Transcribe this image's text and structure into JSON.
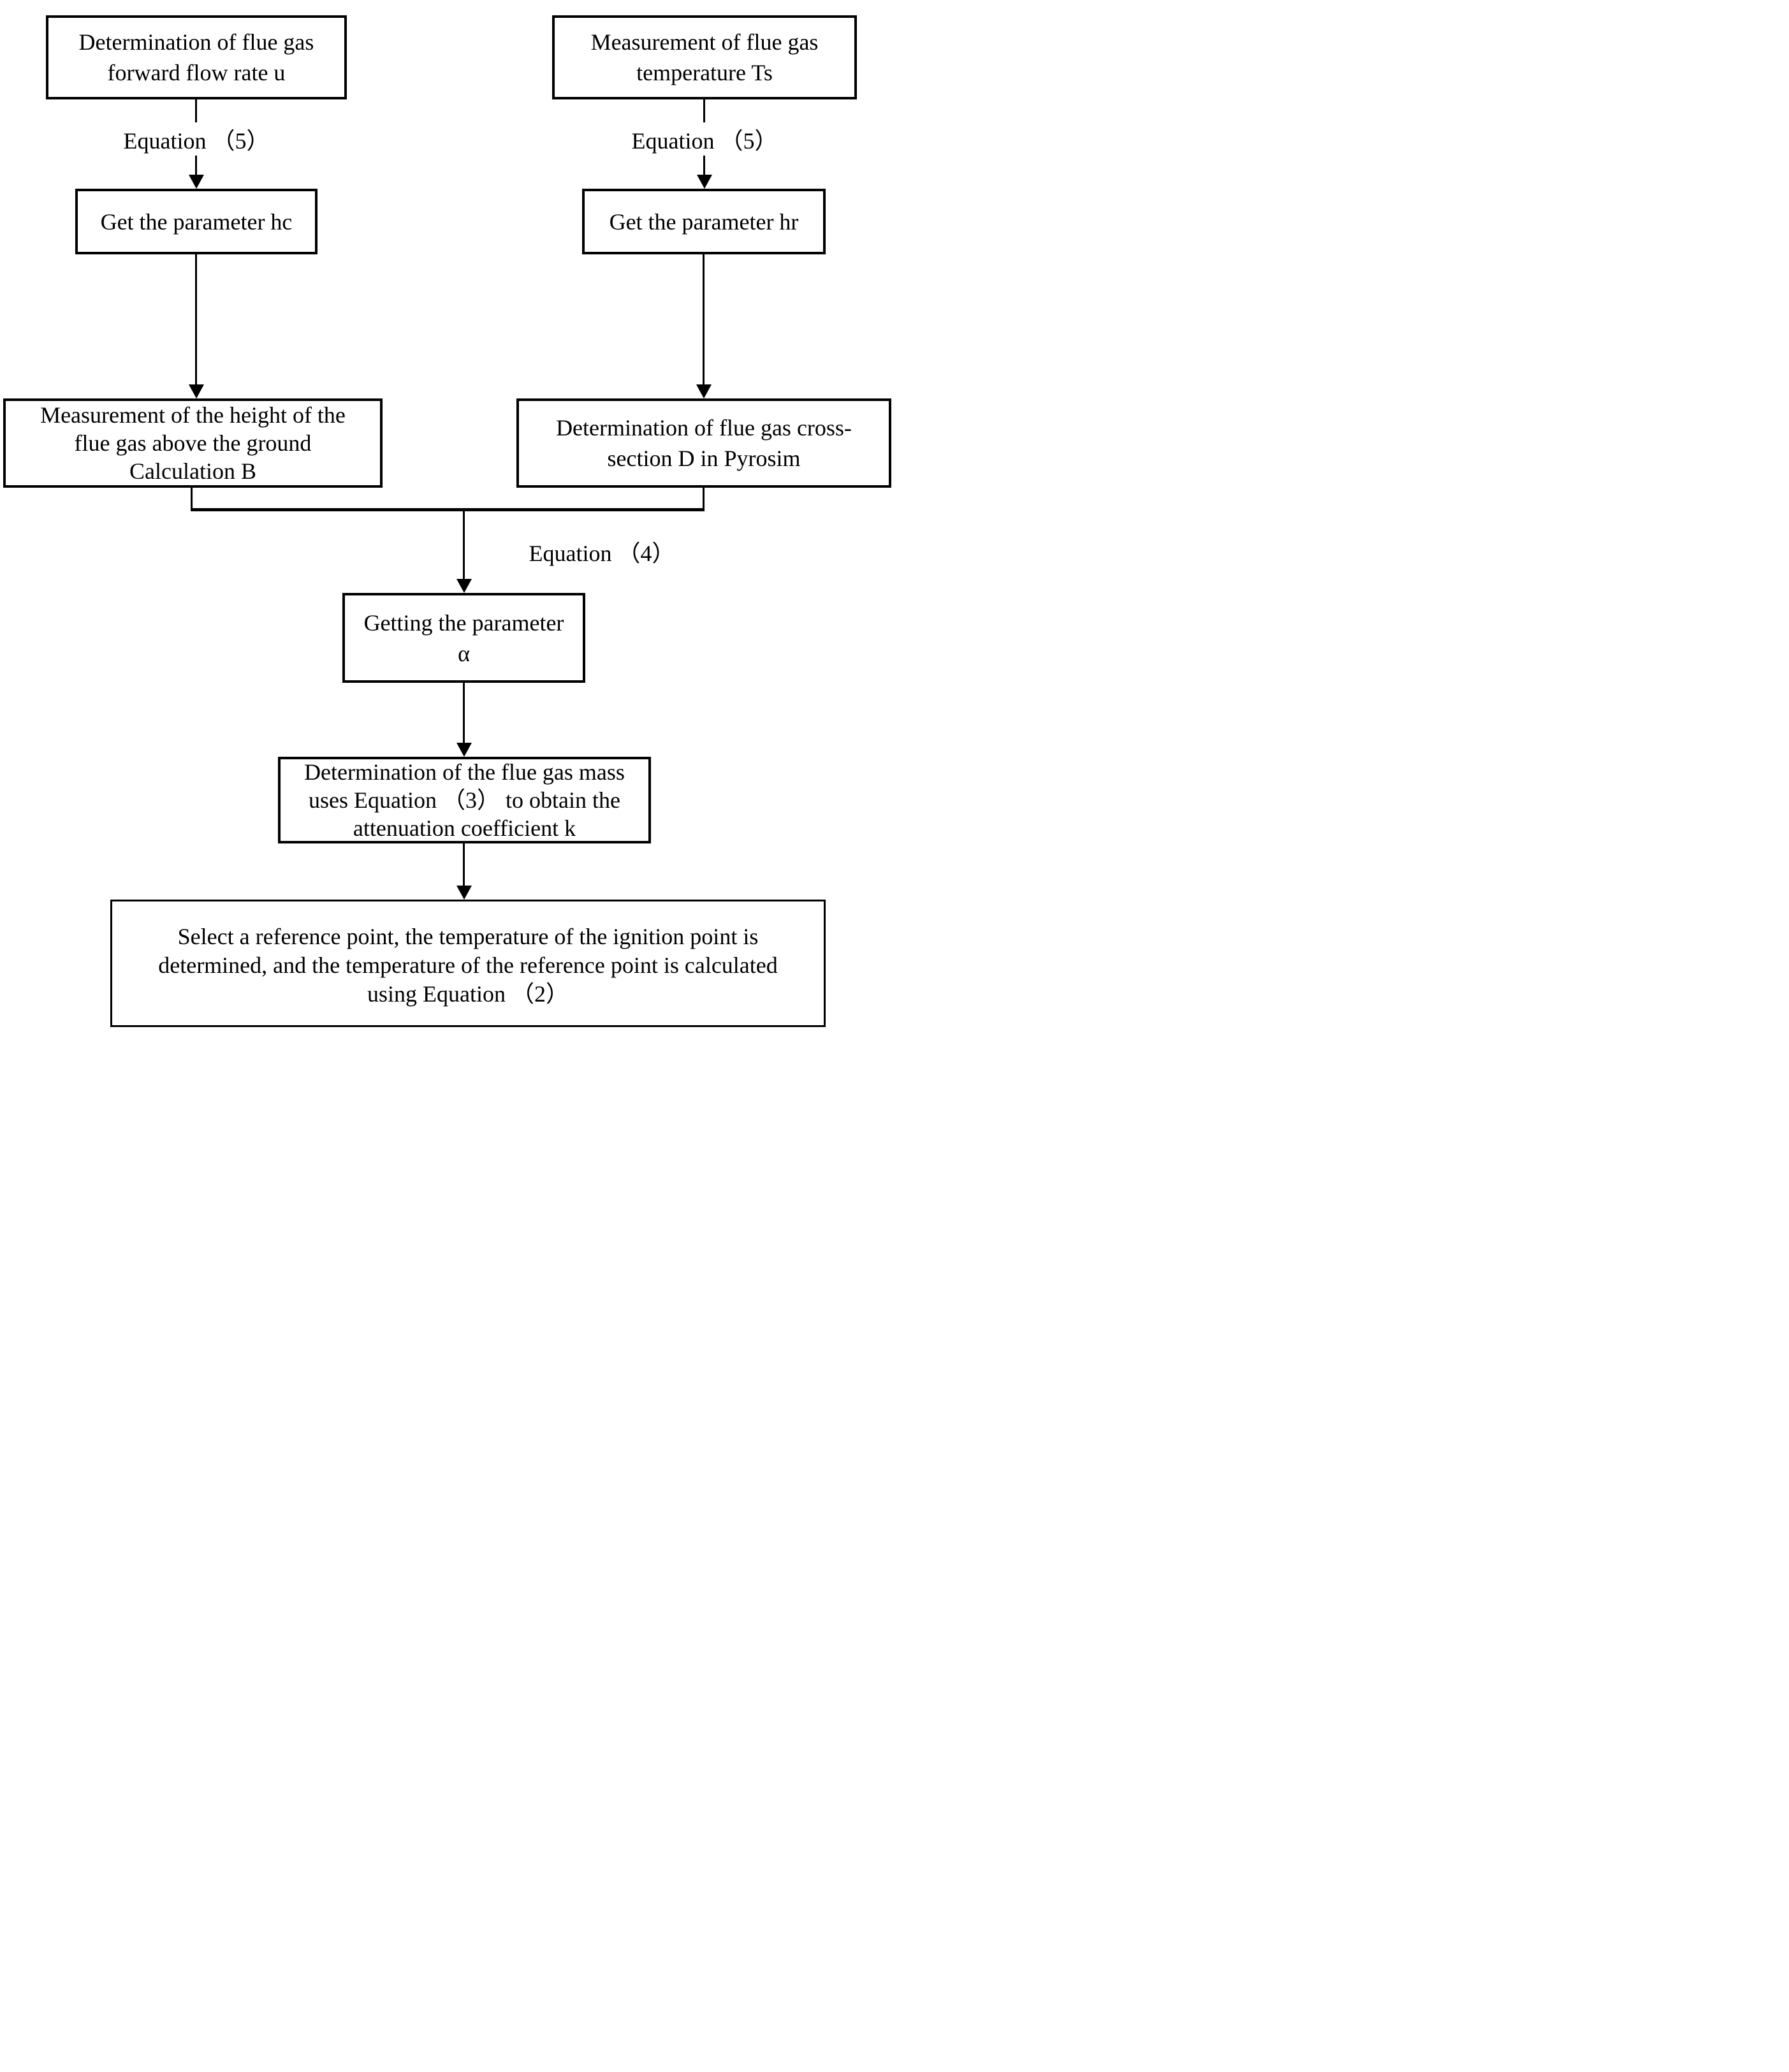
{
  "figure": {
    "type": "flowchart",
    "background_color": "#ffffff",
    "line_color": "#000000",
    "text_color": "#000000"
  },
  "nodes": {
    "flow_rate": {
      "lines": [
        "Determination of flue gas",
        "forward flow rate u"
      ]
    },
    "temperature": {
      "lines": [
        "Measurement of flue gas",
        "temperature Ts"
      ]
    },
    "param_hc": {
      "lines": [
        "Get the parameter hc"
      ]
    },
    "param_hr": {
      "lines": [
        "Get the parameter hr"
      ]
    },
    "height_calc": {
      "lines": [
        "Measurement of the height of the",
        "flue gas above the ground",
        "Calculation B"
      ]
    },
    "cross_section": {
      "lines": [
        "Determination of flue gas cross-",
        "section D in Pyrosim"
      ]
    },
    "param_alpha": {
      "lines": [
        "Getting the parameter",
        "α"
      ]
    },
    "mass_attenuation": {
      "lines": [
        "Determination of the flue gas mass",
        "uses Equation （3） to obtain the",
        "attenuation coefficient k"
      ]
    },
    "reference_point": {
      "lines": [
        "Select a reference point, the temperature of the ignition point is",
        "determined, and the temperature of the reference point is calculated",
        "using Equation （2）"
      ]
    }
  },
  "edge_labels": {
    "eq5_left": "Equation （5）",
    "eq5_right": "Equation （5）",
    "eq4": "Equation （4）"
  }
}
